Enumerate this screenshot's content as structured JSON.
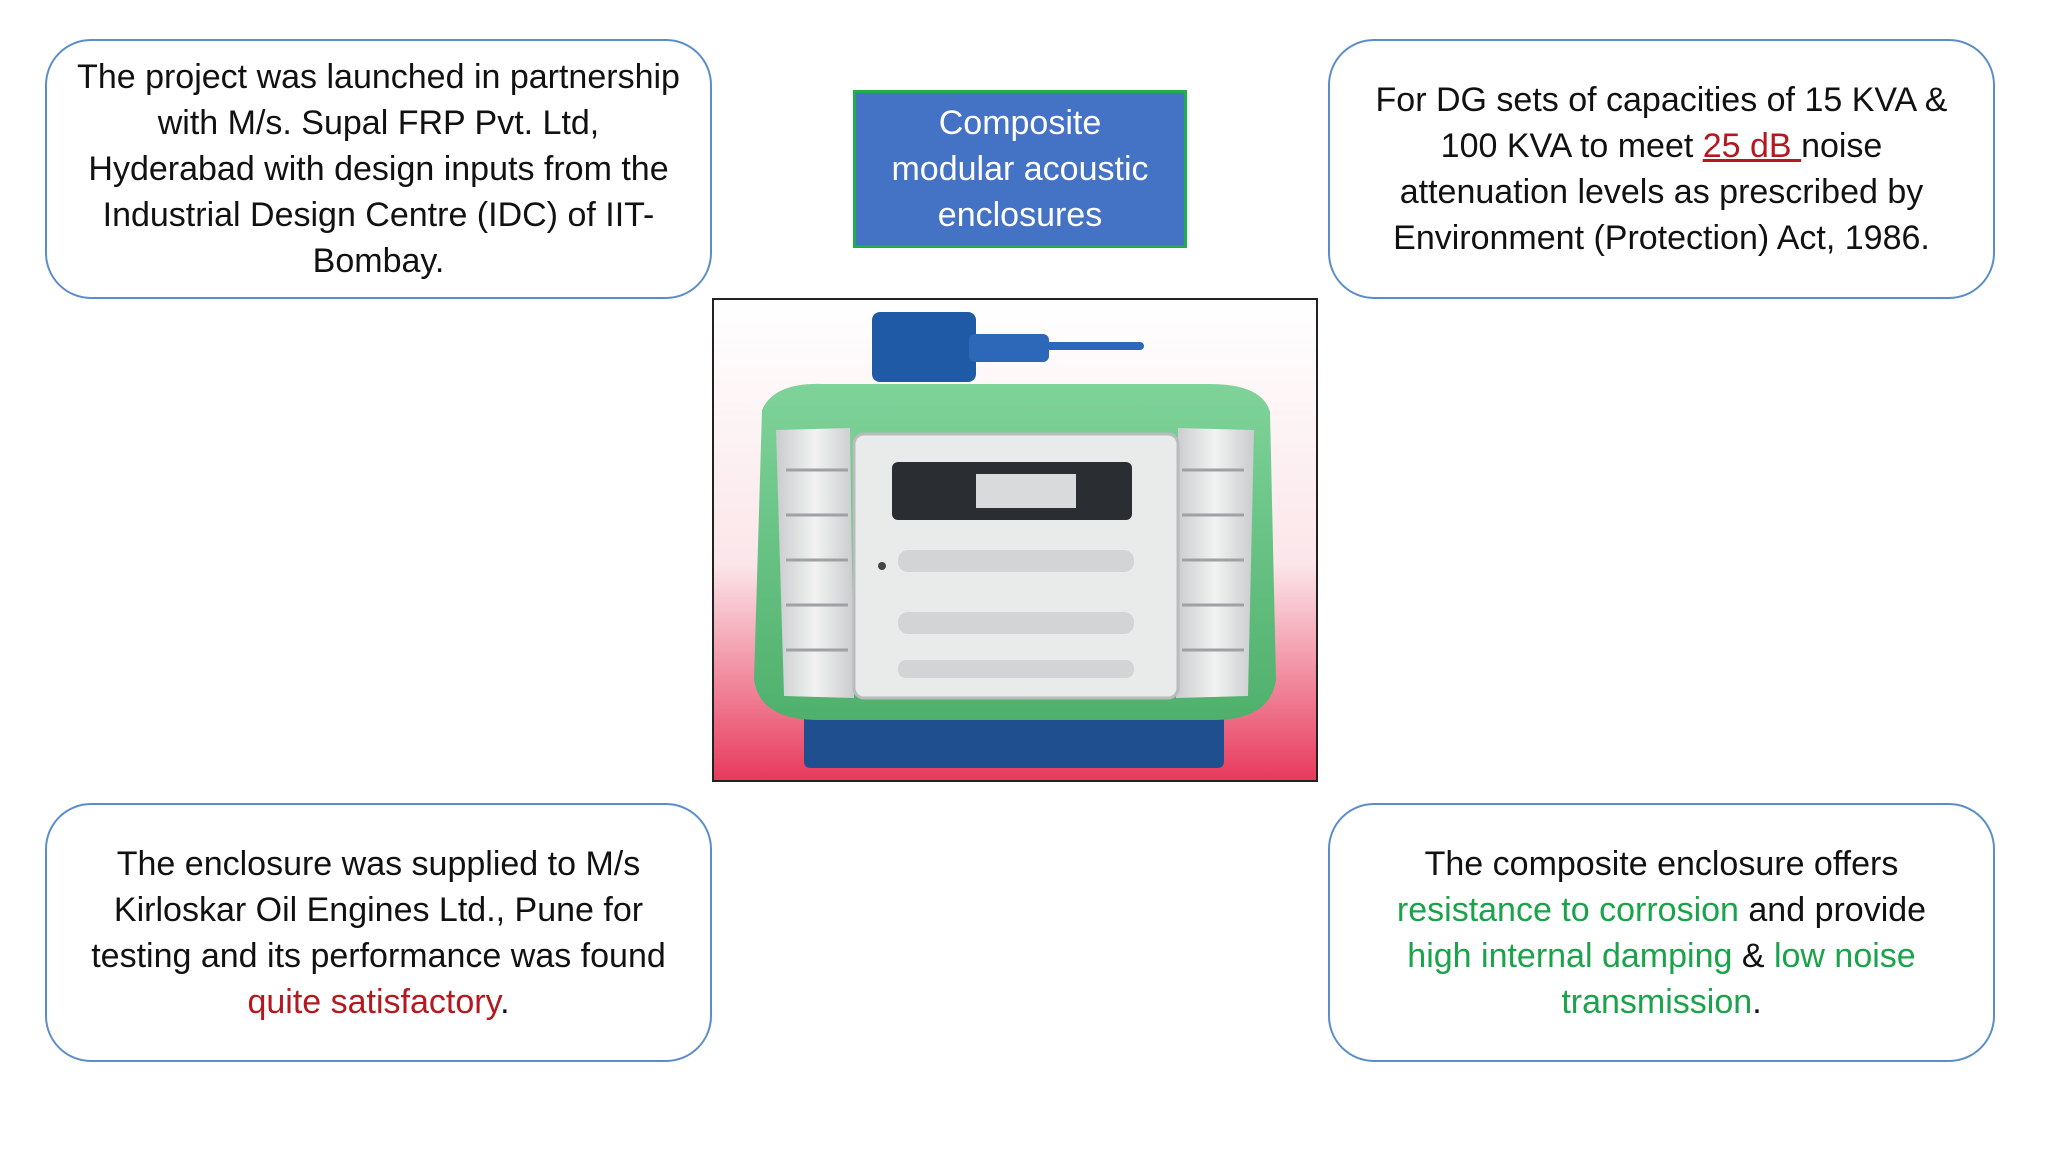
{
  "title": "Composite\nmodular acoustic\nenclosures",
  "cards": {
    "top_left": {
      "text": "The project was launched in partnership with M/s. Supal FRP Pvt. Ltd, Hyderabad with design inputs from the Industrial Design Centre (IDC) of IIT-Bombay."
    },
    "top_right": {
      "t1": "For DG sets of capacities of 15 KVA & 100 KVA to meet ",
      "highlight": "25 dB ",
      "t2": "noise attenuation levels as prescribed by Environment (Protection) Act, 1986."
    },
    "bottom_left": {
      "t1": "The enclosure was supplied to M/s Kirloskar Oil Engines Ltd., Pune for testing and its performance was found ",
      "highlight": "quite satisfactory",
      "t2": "."
    },
    "bottom_right": {
      "t1": "The composite enclosure offers ",
      "h1": "resistance to corrosion",
      "t2": " and provide ",
      "h2": "high internal damping",
      "t3": " & ",
      "h3": "low noise transmission",
      "t4": "."
    }
  },
  "colors": {
    "card_border": "#5b8ec9",
    "title_fill": "#4472c4",
    "title_border": "#1fae49",
    "red_text": "#b3191f",
    "green_text": "#1aa34a"
  }
}
